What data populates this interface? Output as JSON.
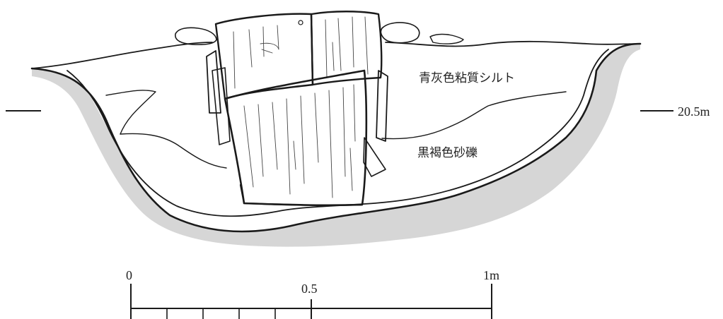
{
  "labels": {
    "upper_layer": "青灰色粘質シルト",
    "lower_layer": "黒褐色砂礫",
    "level": "20.5m"
  },
  "scale_bar": {
    "start": "0",
    "mid": "0.5",
    "end": "1m"
  },
  "colors": {
    "ink": "#1a1a1a",
    "fill_gray": "#d6d6d6",
    "paper": "#ffffff"
  }
}
